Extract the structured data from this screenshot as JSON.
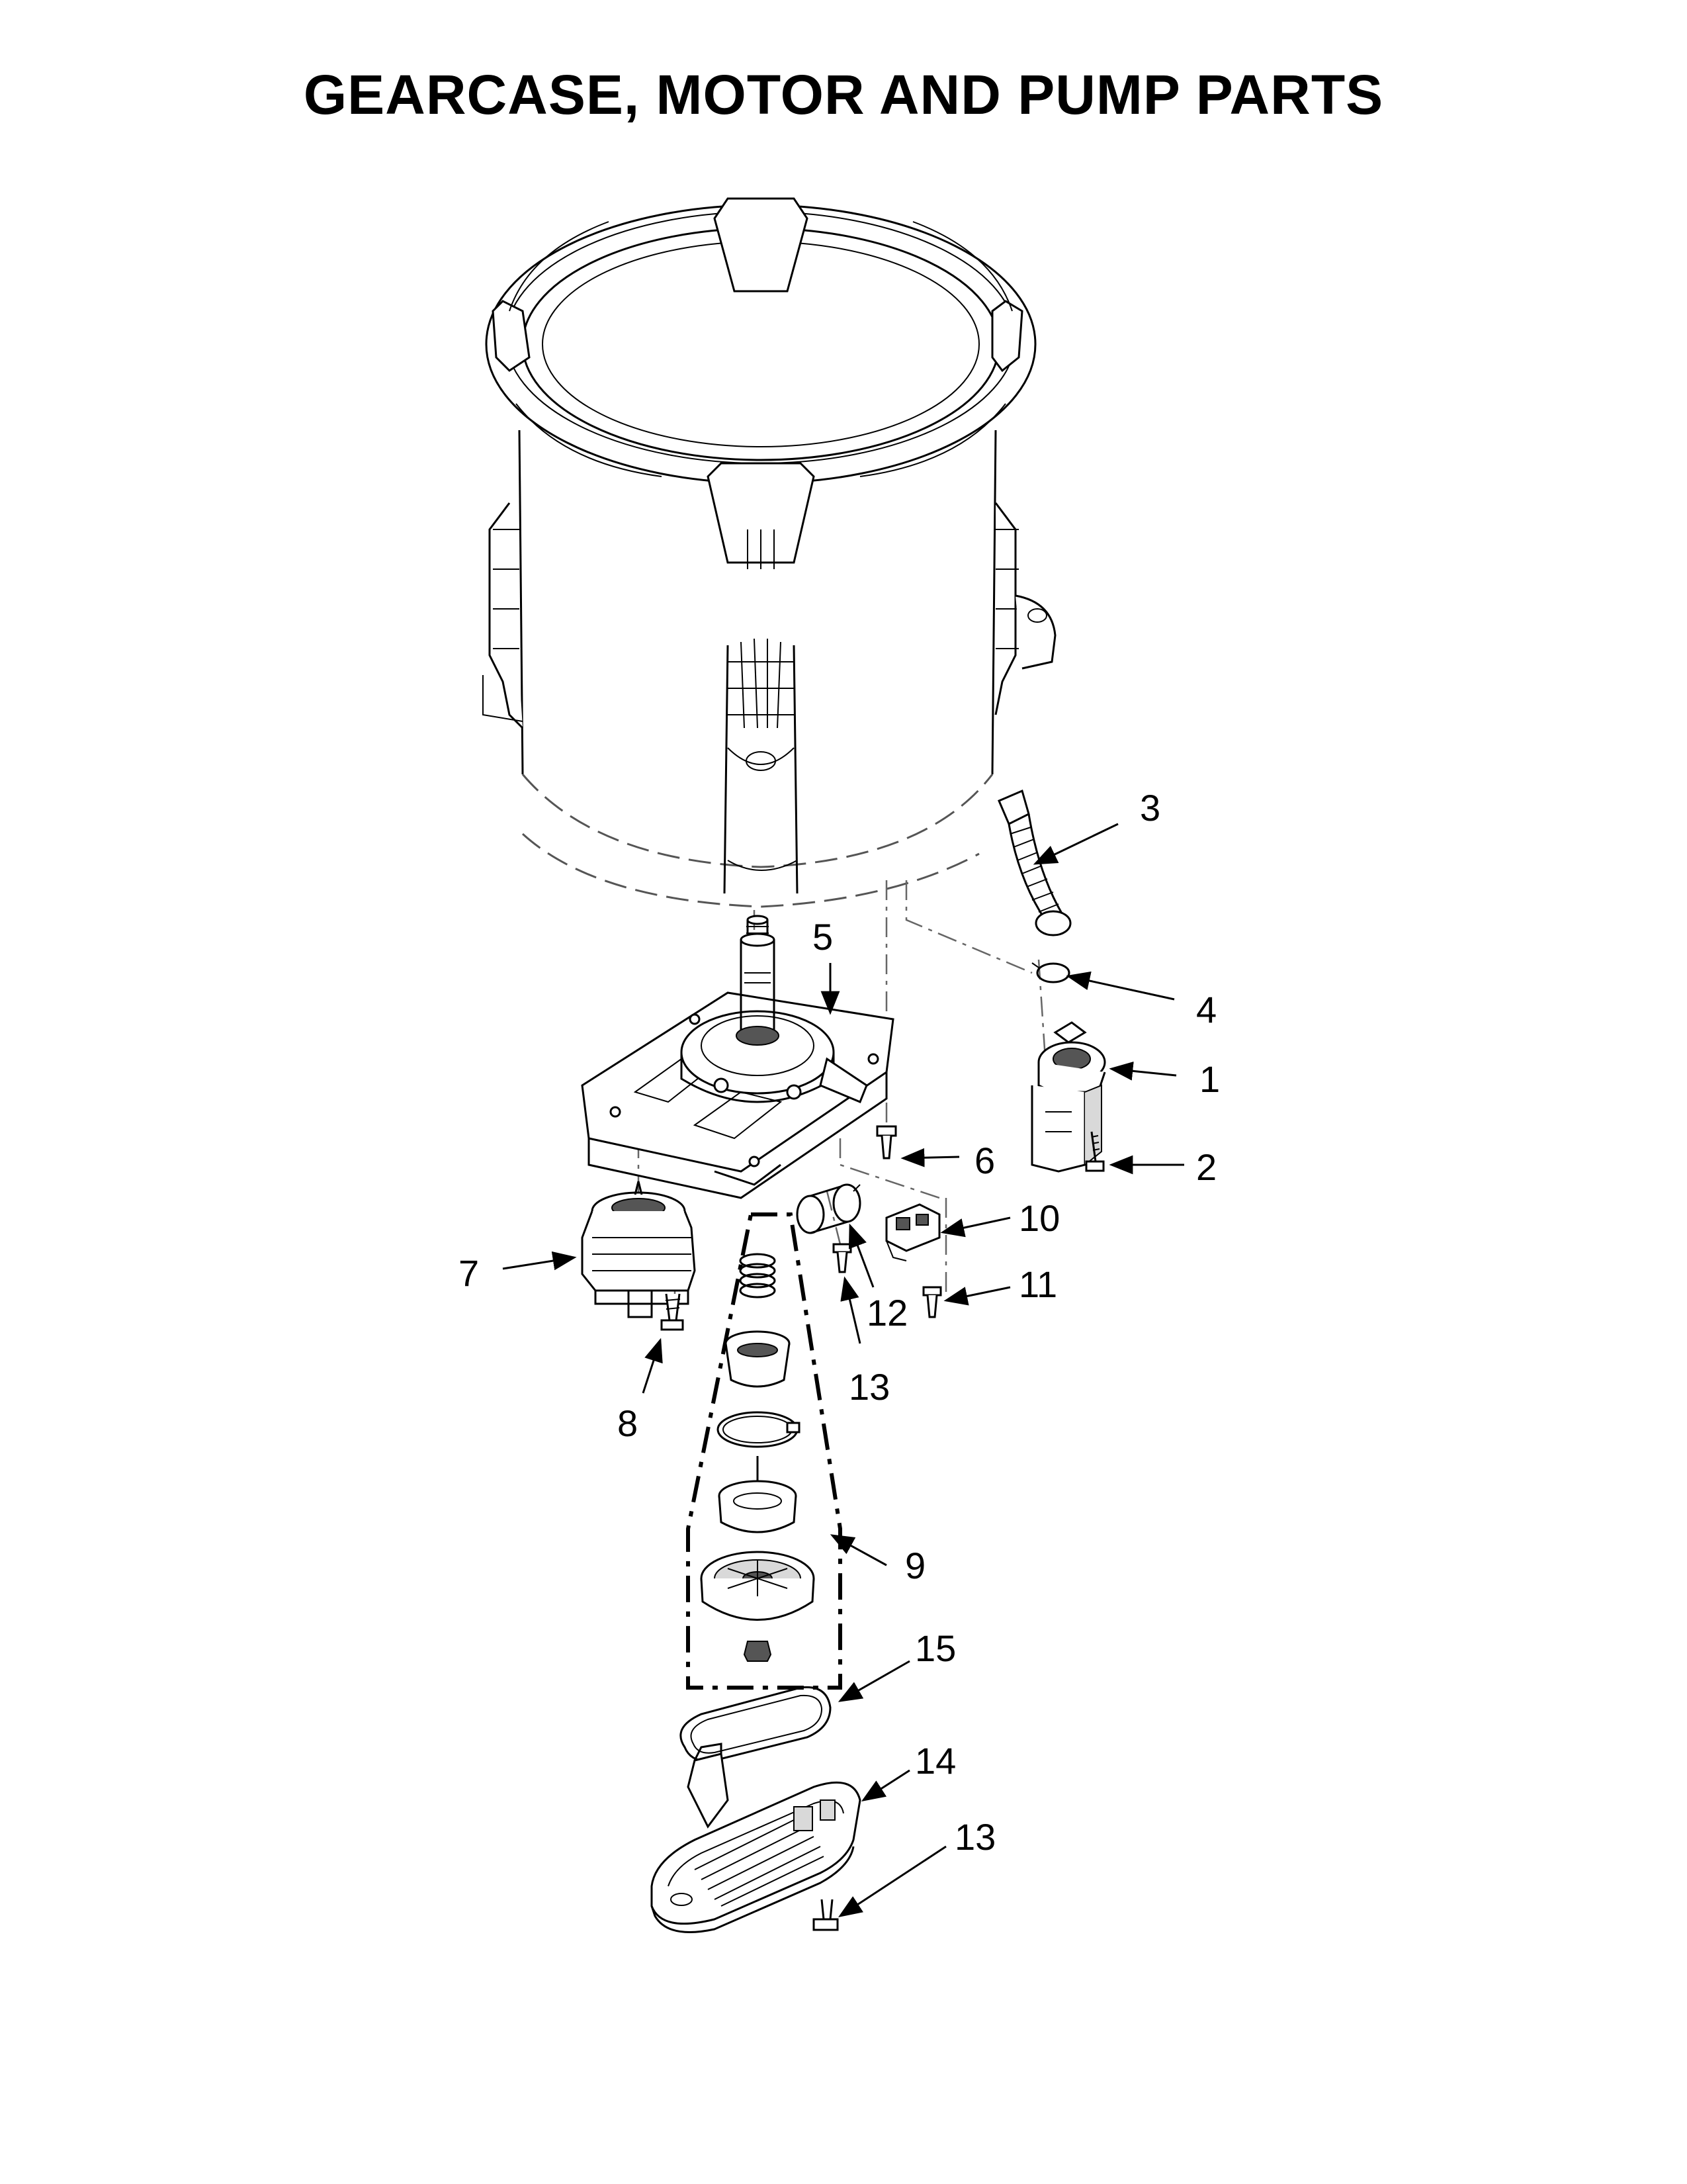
{
  "title": "GEARCASE, MOTOR AND PUMP PARTS",
  "callouts": [
    {
      "id": "1",
      "label": "1"
    },
    {
      "id": "2",
      "label": "2"
    },
    {
      "id": "3",
      "label": "3"
    },
    {
      "id": "4",
      "label": "4"
    },
    {
      "id": "5",
      "label": "5"
    },
    {
      "id": "6",
      "label": "6"
    },
    {
      "id": "7",
      "label": "7"
    },
    {
      "id": "8",
      "label": "8"
    },
    {
      "id": "9",
      "label": "9"
    },
    {
      "id": "10",
      "label": "10"
    },
    {
      "id": "11",
      "label": "11"
    },
    {
      "id": "12",
      "label": "12"
    },
    {
      "id": "13a",
      "label": "13"
    },
    {
      "id": "13b",
      "label": "13"
    },
    {
      "id": "14",
      "label": "14"
    },
    {
      "id": "15",
      "label": "15"
    }
  ]
}
